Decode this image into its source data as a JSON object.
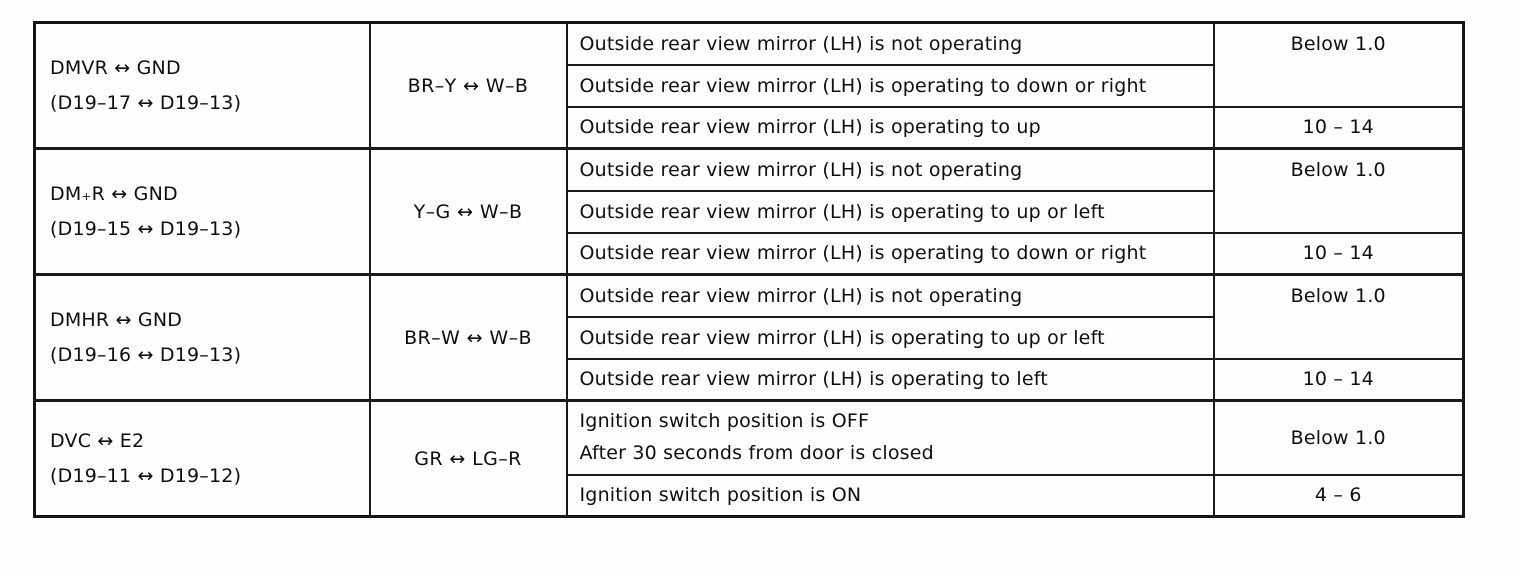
{
  "colors": {
    "ink": "#0e0e0e",
    "paper": "#ffffff",
    "line": "#1a1a1a"
  },
  "table": {
    "groups": [
      {
        "terminal": "DMVR ↔ GND",
        "pins": "(D19–17 ↔ D19–13)",
        "wire": "BR–Y ↔ W–B",
        "rows": [
          {
            "condition": "Outside rear view mirror (LH) is not operating",
            "value": "Below 1.0"
          },
          {
            "condition": "Outside rear view mirror (LH) is operating to down or right"
          },
          {
            "condition": "Outside rear view mirror (LH) is operating to up",
            "value": "10 – 14"
          }
        ]
      },
      {
        "terminal": "DM₊R ↔ GND",
        "pins": "(D19–15 ↔ D19–13)",
        "wire": "Y–G ↔ W–B",
        "rows": [
          {
            "condition": "Outside rear view mirror (LH) is not operating",
            "value": "Below 1.0"
          },
          {
            "condition": "Outside rear view mirror (LH) is operating to up or left"
          },
          {
            "condition": "Outside rear view mirror (LH) is operating to down or right",
            "value": "10 – 14"
          }
        ]
      },
      {
        "terminal": "DMHR ↔ GND",
        "pins": "(D19–16 ↔ D19–13)",
        "wire": "BR–W ↔ W–B",
        "rows": [
          {
            "condition": "Outside rear view mirror (LH) is not operating",
            "value": "Below 1.0"
          },
          {
            "condition": "Outside rear view mirror (LH) is operating to up or left"
          },
          {
            "condition": "Outside rear view mirror (LH) is operating to left",
            "value": "10 – 14"
          }
        ]
      },
      {
        "terminal": "DVC ↔ E2",
        "pins": "(D19–11 ↔ D19–12)",
        "wire": "GR ↔ LG–R",
        "rows": [
          {
            "condition": "Ignition switch position is OFF",
            "condition2": "After 30 seconds from door is closed",
            "value": "Below 1.0"
          },
          {
            "condition": "Ignition switch position is ON",
            "value": "4 – 6"
          }
        ]
      }
    ]
  }
}
